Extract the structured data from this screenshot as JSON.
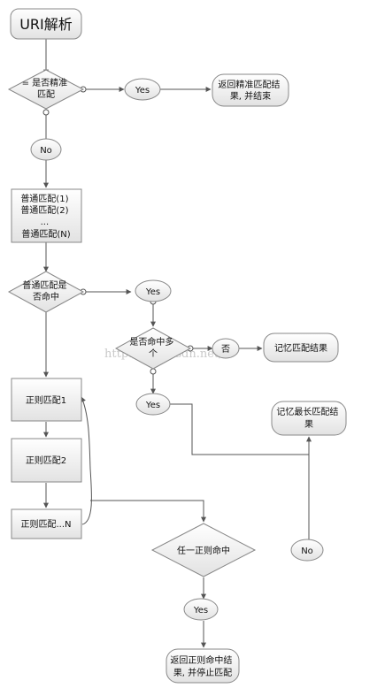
{
  "title": "URI解析",
  "nodes": {
    "exact_decision": [
      "= 是否精准",
      "匹配"
    ],
    "yes1": "Yes",
    "return_exact": [
      "返回精准匹配结",
      "果, 并结束"
    ],
    "no1": "No",
    "prefix_list": [
      "普通匹配(1)",
      "普通匹配(2)",
      "...",
      "普通匹配(N)"
    ],
    "prefix_decision": [
      "普通匹配是",
      "否命中"
    ],
    "yes2": "Yes",
    "multi_decision": [
      "是否命中多",
      "个"
    ],
    "no_cn": "否",
    "remember_result": "记忆匹配结果",
    "yes3": "Yes",
    "remember_longest": [
      "记忆最长匹配结",
      "果"
    ],
    "regex1": "正则匹配1",
    "regex2": "正则匹配2",
    "regexN": "正则匹配...N",
    "any_regex_decision": "任一正则命中",
    "no2": "No",
    "yes4": "Yes",
    "return_regex": [
      "返回正则命中结",
      "果, 并停止匹配"
    ]
  },
  "watermark": "http://blog.csdn.net/"
}
